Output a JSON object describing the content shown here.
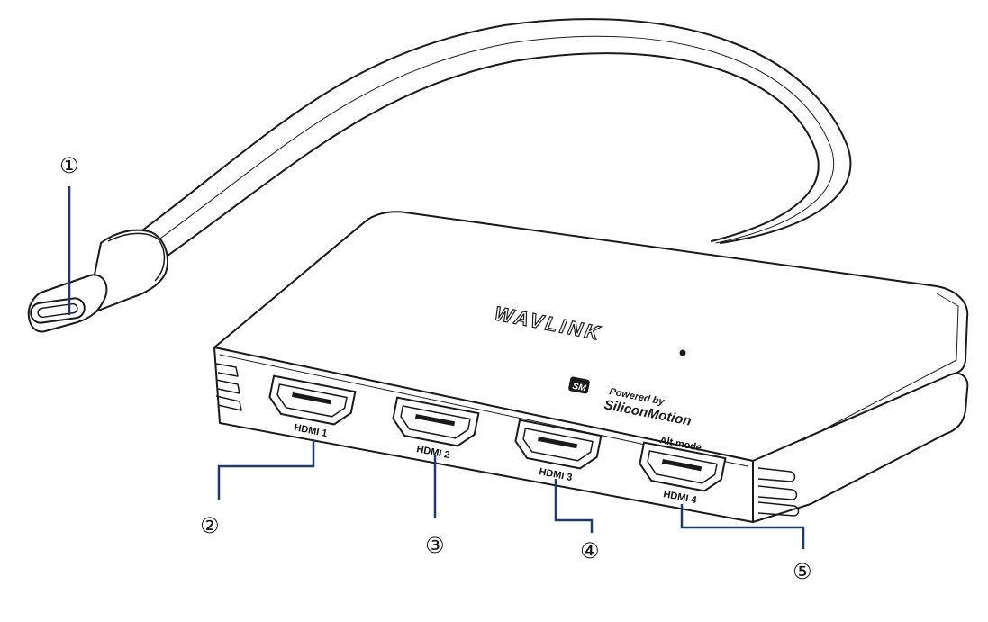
{
  "brand": {
    "logo_text": "WAVLINK",
    "powered_line1": "Powered by",
    "powered_line2": "SiliconMotion",
    "sm_logo": "SM"
  },
  "ports": [
    {
      "label": "HDMI 1"
    },
    {
      "label": "HDMI 2"
    },
    {
      "label": "HDMI 3"
    },
    {
      "label": "HDMI 4",
      "extra": "Alt mode"
    }
  ],
  "callouts": [
    {
      "num": "①"
    },
    {
      "num": "②"
    },
    {
      "num": "③"
    },
    {
      "num": "④"
    },
    {
      "num": "⑤"
    }
  ],
  "colors": {
    "outline": "#1a1a1a",
    "leader": "#1f3a6b",
    "body": "#ffffff"
  }
}
